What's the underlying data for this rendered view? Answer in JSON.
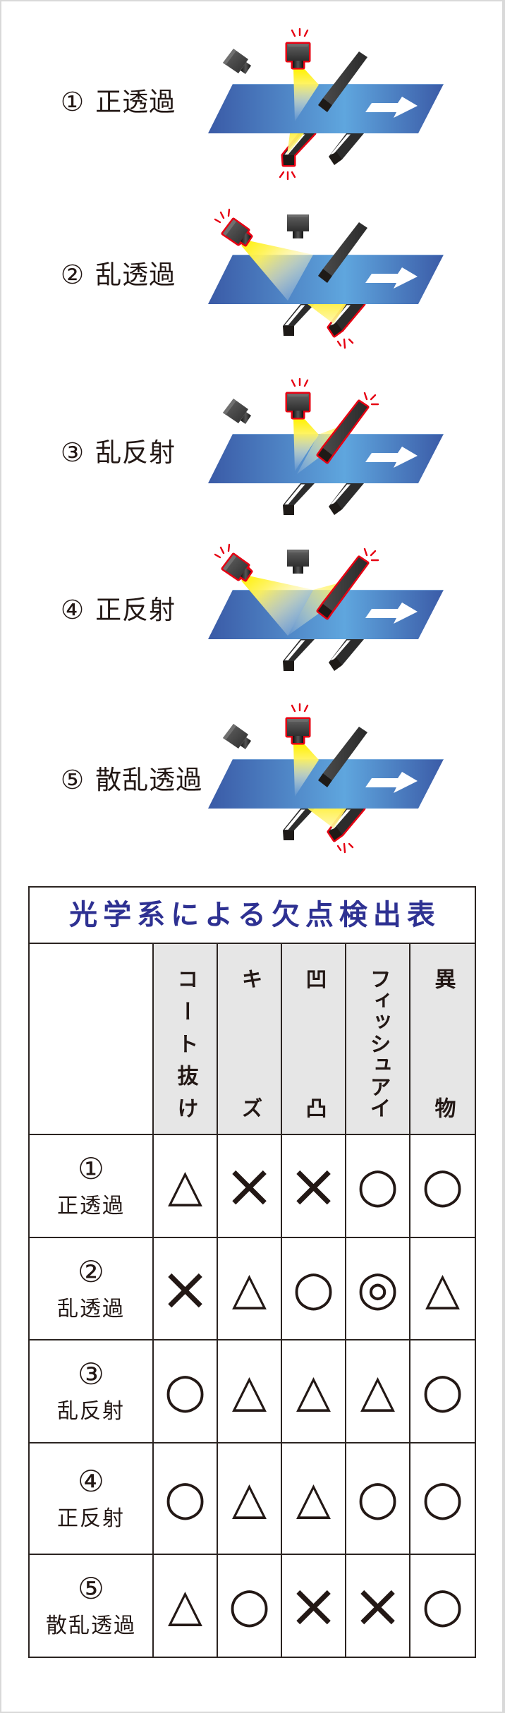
{
  "scenes": [
    {
      "number": "①",
      "name": "正透過",
      "active_camera": "top",
      "active_light": "lower-left"
    },
    {
      "number": "②",
      "name": "乱透過",
      "active_camera": "angled",
      "active_light": "lower-right"
    },
    {
      "number": "③",
      "name": "乱反射",
      "active_camera": "top",
      "active_light": "upper"
    },
    {
      "number": "④",
      "name": "正反射",
      "active_camera": "angled",
      "active_light": "upper"
    },
    {
      "number": "⑤",
      "name": "散乱透過",
      "active_camera": "top",
      "active_light": "lower-right"
    }
  ],
  "diagram_icons": [
    "camera-icon",
    "light-bar-icon",
    "film-sheet",
    "arrow-right-icon",
    "sparkle-icon"
  ],
  "table": {
    "title": "光学系による欠点検出表",
    "columns": [
      "コート抜け",
      "キズ",
      "凹凸",
      "フィッシュアイ",
      "異物"
    ],
    "rows": [
      {
        "number": "①",
        "name": "正透過",
        "cells": [
          "△",
          "×",
          "×",
          "○",
          "○"
        ]
      },
      {
        "number": "②",
        "name": "乱透過",
        "cells": [
          "×",
          "△",
          "○",
          "◎",
          "△"
        ]
      },
      {
        "number": "③",
        "name": "乱反射",
        "cells": [
          "○",
          "△",
          "△",
          "△",
          "○"
        ]
      },
      {
        "number": "④",
        "name": "正反射",
        "cells": [
          "○",
          "△",
          "△",
          "○",
          "○"
        ]
      },
      {
        "number": "⑤",
        "name": "散乱透過",
        "cells": [
          "△",
          "○",
          "×",
          "×",
          "○"
        ]
      }
    ]
  },
  "colors": {
    "title_text": "#2e3192",
    "header_bg": "#e6e6e6",
    "grid_line": "#2b2421",
    "text": "#231815",
    "film_blue_dark": "#3a5aa6",
    "film_blue_light": "#5fa6de",
    "active_outline_red": "#e60012",
    "light_yellow": "#fff100"
  }
}
